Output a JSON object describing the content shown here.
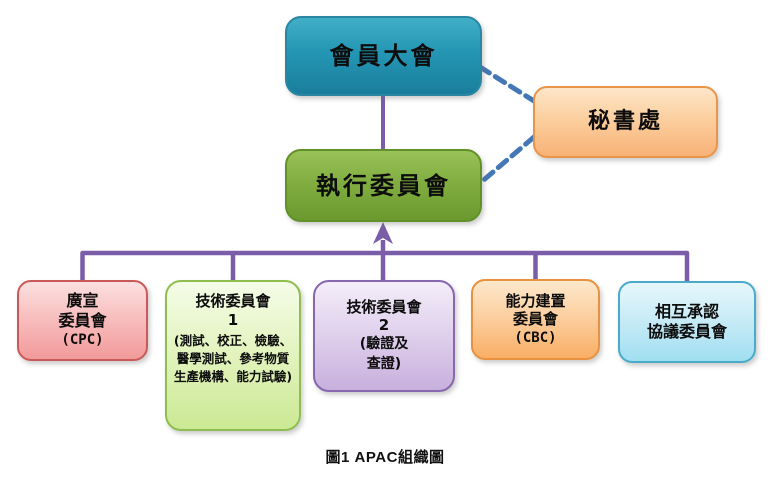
{
  "diagram": {
    "caption": "圖1 APAC組織圖",
    "nodes": {
      "general_assembly": {
        "label": "會員大會"
      },
      "secretariat": {
        "label": "秘書處"
      },
      "executive_committee": {
        "label": "執行委員會"
      },
      "cpc": {
        "line1": "廣宣",
        "line2": "委員會",
        "acronym": "(CPC)"
      },
      "tc1": {
        "title": "技術委員會",
        "number": "1",
        "detail": "(測試、校正、檢驗、醫學測試、參考物質生產機構、能力試驗)"
      },
      "tc2": {
        "title": "技術委員會",
        "number": "2",
        "detail1": "(驗證及",
        "detail2": "查證)"
      },
      "cbc": {
        "line1": "能力建置",
        "line2": "委員會",
        "acronym": "(CBC)"
      },
      "mra": {
        "line1": "相互承認",
        "line2": "協議委員會"
      }
    },
    "colors": {
      "connector_purple": "#7b5ca9",
      "dashed_blue": "#4477b5",
      "general_assembly_fill": "#2496b4",
      "secretariat_fill": "#fccf9f",
      "executive_fill": "#82ae41",
      "cpc_fill": "#f8bcbc",
      "tc1_fill": "#e2f3bd",
      "tc2_fill": "#dfcfec",
      "cbc_fill": "#fccd9c",
      "mra_fill": "#c6eaf6"
    }
  }
}
